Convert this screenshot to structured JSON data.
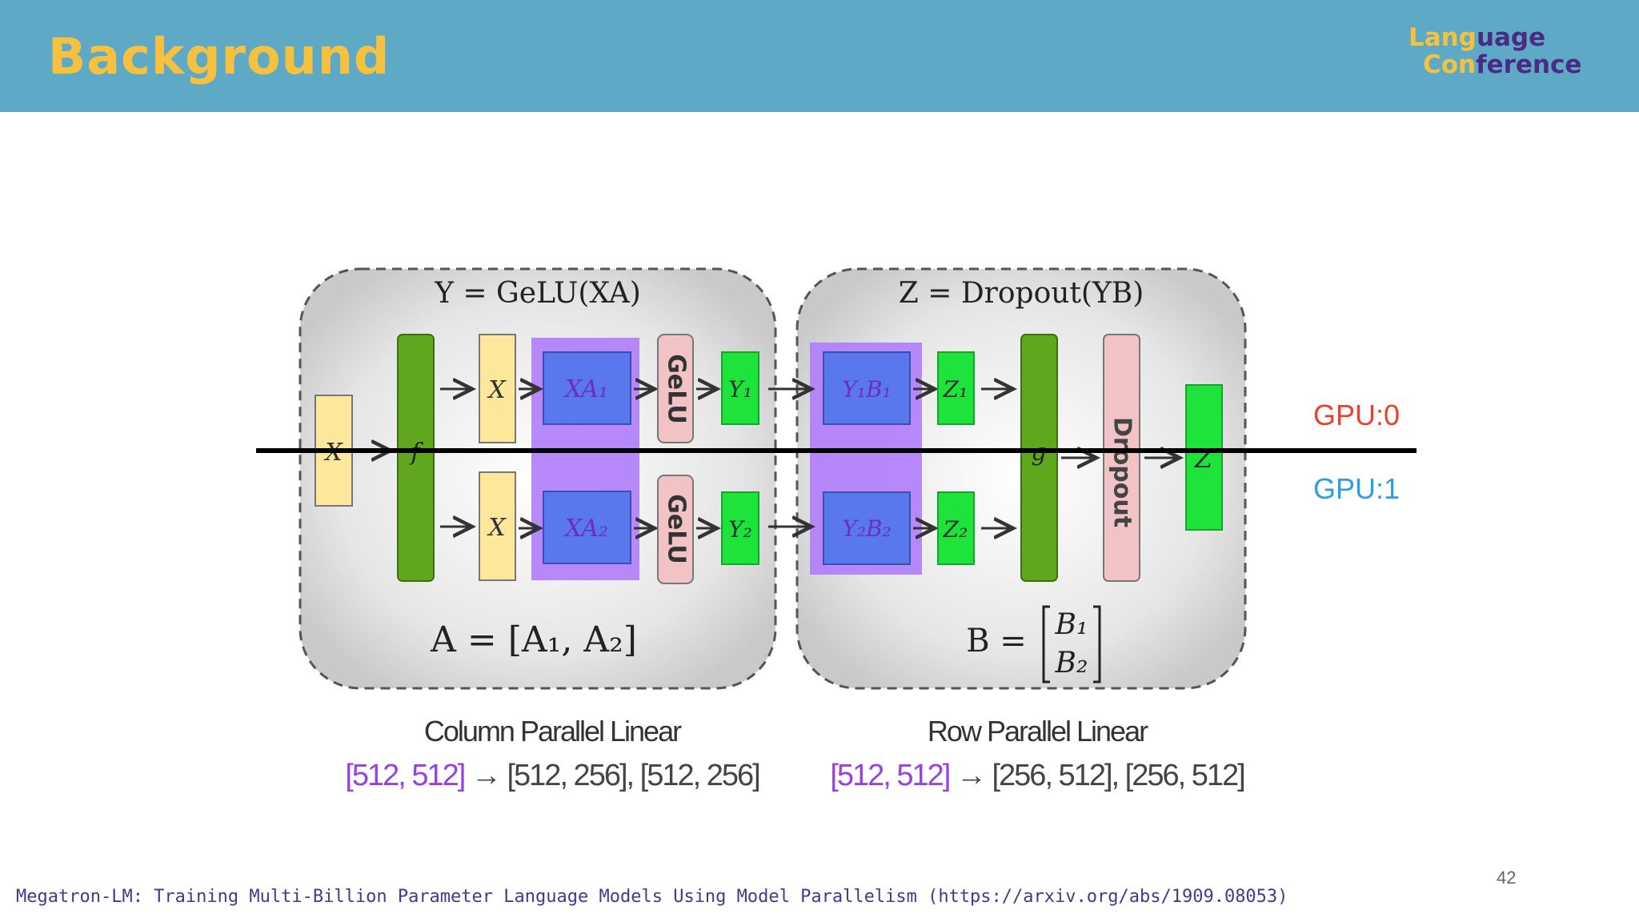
{
  "slide": {
    "title": "Background",
    "brand_line1_a": "Lang",
    "brand_line1_b": "uage",
    "brand_line2_a": "Con",
    "brand_line2_b": "ference",
    "page_number": "42",
    "reference": "Megatron-LM: Training Multi-Billion Parameter Language Models Using Model Parallelism (https://arxiv.org/abs/1909.08053)"
  },
  "diagram": {
    "col_formula": "Y = GeLU(XA)",
    "row_formula": "Z = Dropout(YB)",
    "col_bottom_formula": "A = [A₁, A₂]",
    "row_bottom_formula_lhs": "B =",
    "row_b1": "B₁",
    "row_b2": "B₂",
    "x_input": "X",
    "f_label": "f",
    "x_top": "X",
    "x_bottom": "X",
    "xa1": "XA₁",
    "xa2": "XA₂",
    "gelu_top": "GeLU",
    "gelu_bottom": "GeLU",
    "y1": "Y₁",
    "y2": "Y₂",
    "y1b1": "Y₁B₁",
    "y2b2": "Y₂B₂",
    "z1": "Z₁",
    "z2": "Z₂",
    "g_label": "g",
    "dropout": "Dropout",
    "z_out": "Z",
    "gpu0": "GPU:0",
    "gpu1": "GPU:1",
    "gpu0_color": "#e8412c",
    "gpu1_color": "#2f9ee0"
  },
  "captions": {
    "col_title": "Column Parallel Linear",
    "col_dims_in": "[512, 512]",
    "col_arrow": "→",
    "col_dims_out": "[512, 256], [512, 256]",
    "row_title": "Row Parallel Linear",
    "row_dims_in": "[512, 512]",
    "row_arrow": "→",
    "row_dims_out": "[256, 512], [256, 512]"
  },
  "colors": {
    "header_bg": "#5eaac6",
    "title": "#f6c13f",
    "brand_purple": "#4b2a85",
    "highlight_purple": "#9b3fe0",
    "green_dark": "#5fa81e",
    "green_bright": "#1ee33b",
    "yellow_box": "#fde79a",
    "pink_box": "#f2c3c5",
    "blue_box": "#5a78ee"
  }
}
